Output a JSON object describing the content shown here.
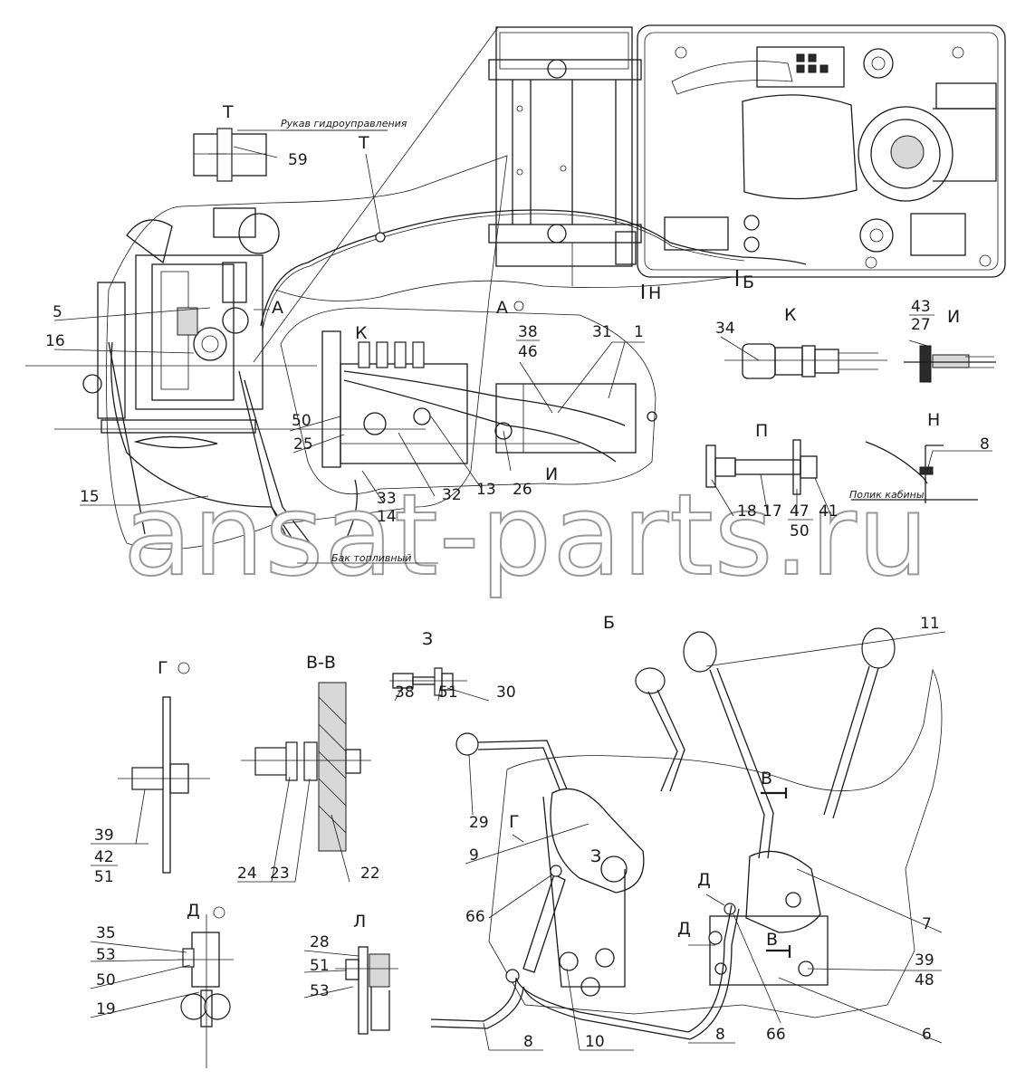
{
  "watermark": "ansat-parts.ru",
  "notes": {
    "hydraulic_hose": "Рукав гидроуправления",
    "fuel_tank": "Бак топливный",
    "cab_floor": "Полик кабины"
  },
  "views": {
    "T_top": "Т",
    "T_arrow": "Т",
    "A_arrow": "А",
    "A_view": "А",
    "K_mark": "К",
    "K_view": "К",
    "I_view": "И",
    "I_mark": "И",
    "P_view": "П",
    "N_view": "Н",
    "N_mark": "Н",
    "B_mark": "Б",
    "B_view": "Б",
    "G_view": "Г",
    "G_mark": "Г",
    "VV_view": "В-В",
    "V_mark1": "В",
    "V_mark2": "В",
    "Z_view": "З",
    "Z_mark": "З",
    "D_view": "Д",
    "D_mark1": "Д",
    "D_mark2": "Д",
    "L_view": "Л"
  },
  "labels": {
    "n59": "59",
    "n5": "5",
    "n16": "16",
    "n15": "15",
    "n50a": "50",
    "n25": "25",
    "n33": "33",
    "n14": "14",
    "n32": "32",
    "n13": "13",
    "n26": "26",
    "n38a": "38",
    "n46": "46",
    "n31": "31",
    "n1": "1",
    "n34": "34",
    "n43": "43",
    "n27": "27",
    "n18": "18",
    "n17": "17",
    "n47": "47",
    "n41": "41",
    "n50b": "50",
    "n8a": "8",
    "n39a": "39",
    "n42": "42",
    "n51a": "51",
    "n24": "24",
    "n23": "23",
    "n22": "22",
    "n38b": "38",
    "n51b": "51",
    "n30": "30",
    "n35": "35",
    "n53a": "53",
    "n50c": "50",
    "n19": "19",
    "n28": "28",
    "n51c": "51",
    "n53b": "53",
    "n11": "11",
    "n29": "29",
    "n9": "9",
    "n66a": "66",
    "n7": "7",
    "n39b": "39",
    "n48": "48",
    "n6": "6",
    "n8b": "8",
    "n10": "10",
    "n8c": "8",
    "n66b": "66"
  }
}
